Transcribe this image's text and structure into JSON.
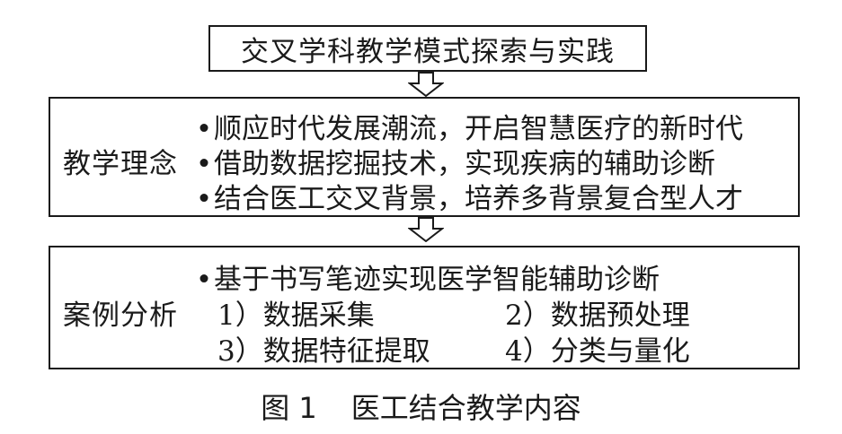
{
  "top_box": {
    "title": "交叉学科教学模式探索与实践"
  },
  "philosophy": {
    "label": "教学理念",
    "items": [
      "顺应时代发展潮流，开启智慧医疗的新时代",
      "借助数据挖掘技术，实现疾病的辅助诊断",
      "结合医工交叉背景，培养多背景复合型人才"
    ]
  },
  "case": {
    "label": "案例分析",
    "headline": "基于书写笔迹实现医学智能辅助诊断",
    "steps": [
      "1）数据采集",
      "2）数据预处理",
      "3）数据特征提取",
      "4）分类与量化"
    ]
  },
  "bullet_symbol": "•",
  "caption": {
    "figure_number": "图 1",
    "title": "医工结合教学内容"
  }
}
